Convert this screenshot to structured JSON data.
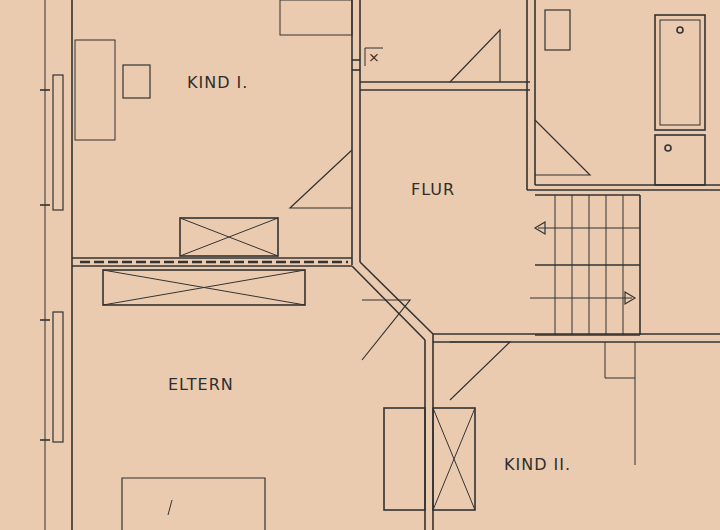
{
  "diagram": {
    "nodes": [
      {
        "text": [
          "KIND I."
        ]
      },
      {
        "text": [
          "FLUR"
        ]
      },
      {
        "text": [
          "ELTERN"
        ]
      },
      {
        "text": [
          "KIND II."
        ]
      }
    ]
  }
}
